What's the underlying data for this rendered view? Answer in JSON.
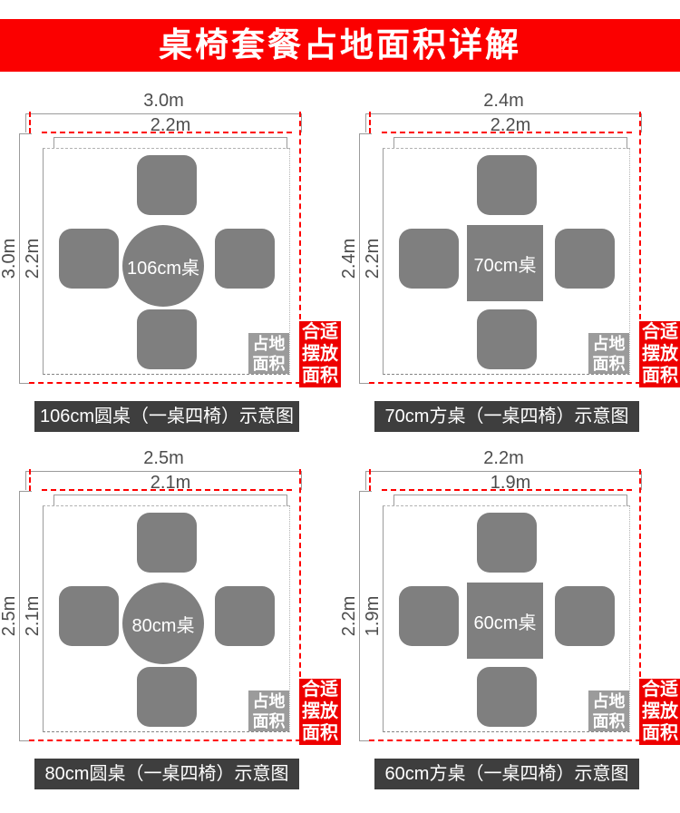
{
  "header": {
    "title": "桌椅套餐占地面积详解"
  },
  "colors": {
    "red_bar": "#fb0000",
    "red_label": "#ee0000",
    "red_dash": "#ff0000",
    "shape_gray": "#7f7f7f",
    "badge_gray": "#9b9b9b",
    "caption_bg": "#3e3e3e",
    "line_gray": "#9b9b9b",
    "dim_text": "#4d4d4d"
  },
  "badges": {
    "floor_area": {
      "lines": [
        "占地",
        "面积"
      ]
    },
    "placement_area": {
      "lines": [
        "合适",
        "摆放",
        "面积"
      ]
    }
  },
  "panels": [
    {
      "outer_width": "3.0m",
      "outer_height": "3.0m",
      "inner_width": "2.2m",
      "inner_height": "2.2m",
      "table_label": "106cm桌",
      "table_shape": "round",
      "caption": "106cm圆桌（一桌四椅）示意图"
    },
    {
      "outer_width": "2.4m",
      "outer_height": "2.4m",
      "inner_width": "2.2m",
      "inner_height": "2.2m",
      "table_label": "70cm桌",
      "table_shape": "square",
      "caption": "70cm方桌（一桌四椅）示意图"
    },
    {
      "outer_width": "2.5m",
      "outer_height": "2.5m",
      "inner_width": "2.1m",
      "inner_height": "2.1m",
      "table_label": "80cm桌",
      "table_shape": "round",
      "caption": "80cm圆桌（一桌四椅）示意图"
    },
    {
      "outer_width": "2.2m",
      "outer_height": "2.2m",
      "inner_width": "1.9m",
      "inner_height": "1.9m",
      "table_label": "60cm桌",
      "table_shape": "square",
      "caption": "60cm方桌（一桌四椅）示意图"
    }
  ]
}
